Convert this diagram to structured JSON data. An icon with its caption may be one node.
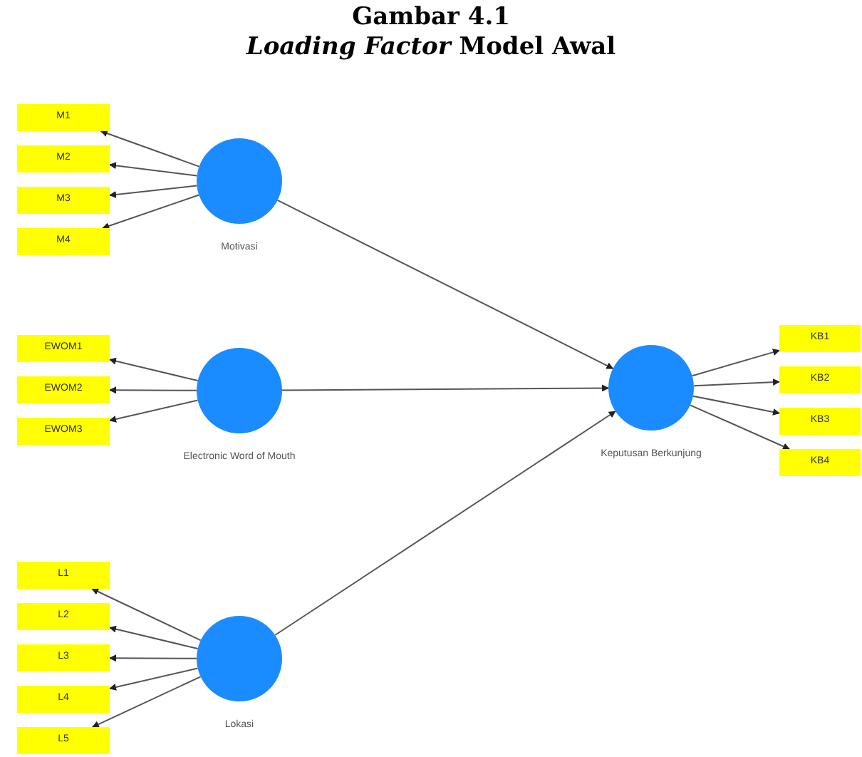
{
  "diagram": {
    "title": "Gambar 4.1",
    "nodes": [
      {
        "text": [
          "M1"
        ]
      },
      {
        "text": [
          "M2"
        ]
      },
      {
        "text": [
          "M3"
        ]
      },
      {
        "text": [
          "M4"
        ]
      },
      {
        "text": [],
        "shape": "circle",
        "beside": [
          "Motivasi"
        ]
      },
      {
        "text": [
          "EWOM1"
        ]
      },
      {
        "text": [
          "EWOM2"
        ]
      },
      {
        "text": [
          "EWOM3"
        ]
      },
      {
        "text": [],
        "shape": "circle",
        "beside": [
          "Electronic Word of Mouth"
        ]
      },
      {
        "text": [
          "L1"
        ]
      },
      {
        "text": [
          "L2"
        ]
      },
      {
        "text": [
          "L3"
        ]
      },
      {
        "text": [
          "L4"
        ]
      },
      {
        "text": [
          "L5"
        ]
      },
      {
        "text": [],
        "shape": "circle",
        "beside": [
          "Lokasi"
        ]
      },
      {
        "text": [],
        "shape": "circle",
        "beside": [
          "Keputusan Berkunjung"
        ]
      },
      {
        "text": [
          "KB1"
        ]
      },
      {
        "text": [
          "KB2"
        ]
      },
      {
        "text": [
          "KB3"
        ]
      },
      {
        "text": [
          "KB4"
        ]
      }
    ],
    "edges": [
      {
        "from": 4,
        "to": 0,
        "arrow": "to"
      },
      {
        "from": 4,
        "to": 1,
        "arrow": "to"
      },
      {
        "from": 4,
        "to": 2,
        "arrow": "to"
      },
      {
        "from": 4,
        "to": 3,
        "arrow": "to"
      },
      {
        "from": 8,
        "to": 5,
        "arrow": "to"
      },
      {
        "from": 8,
        "to": 6,
        "arrow": "to"
      },
      {
        "from": 8,
        "to": 7,
        "arrow": "to"
      },
      {
        "from": 14,
        "to": 9,
        "arrow": "to"
      },
      {
        "from": 14,
        "to": 10,
        "arrow": "to"
      },
      {
        "from": 14,
        "to": 11,
        "arrow": "to"
      },
      {
        "from": 14,
        "to": 12,
        "arrow": "to"
      },
      {
        "from": 14,
        "to": 13,
        "arrow": "to"
      },
      {
        "from": 4,
        "to": 15,
        "arrow": "to"
      },
      {
        "from": 8,
        "to": 15,
        "arrow": "to"
      },
      {
        "from": 14,
        "to": 15,
        "arrow": "to"
      },
      {
        "from": 15,
        "to": 16,
        "arrow": "to"
      },
      {
        "from": 15,
        "to": 17,
        "arrow": "to"
      },
      {
        "from": 15,
        "to": 18,
        "arrow": "to"
      },
      {
        "from": 15,
        "to": 19,
        "arrow": "to"
      }
    ],
    "labels": [
      "*Loading Factor* Model Awal"
    ]
  }
}
